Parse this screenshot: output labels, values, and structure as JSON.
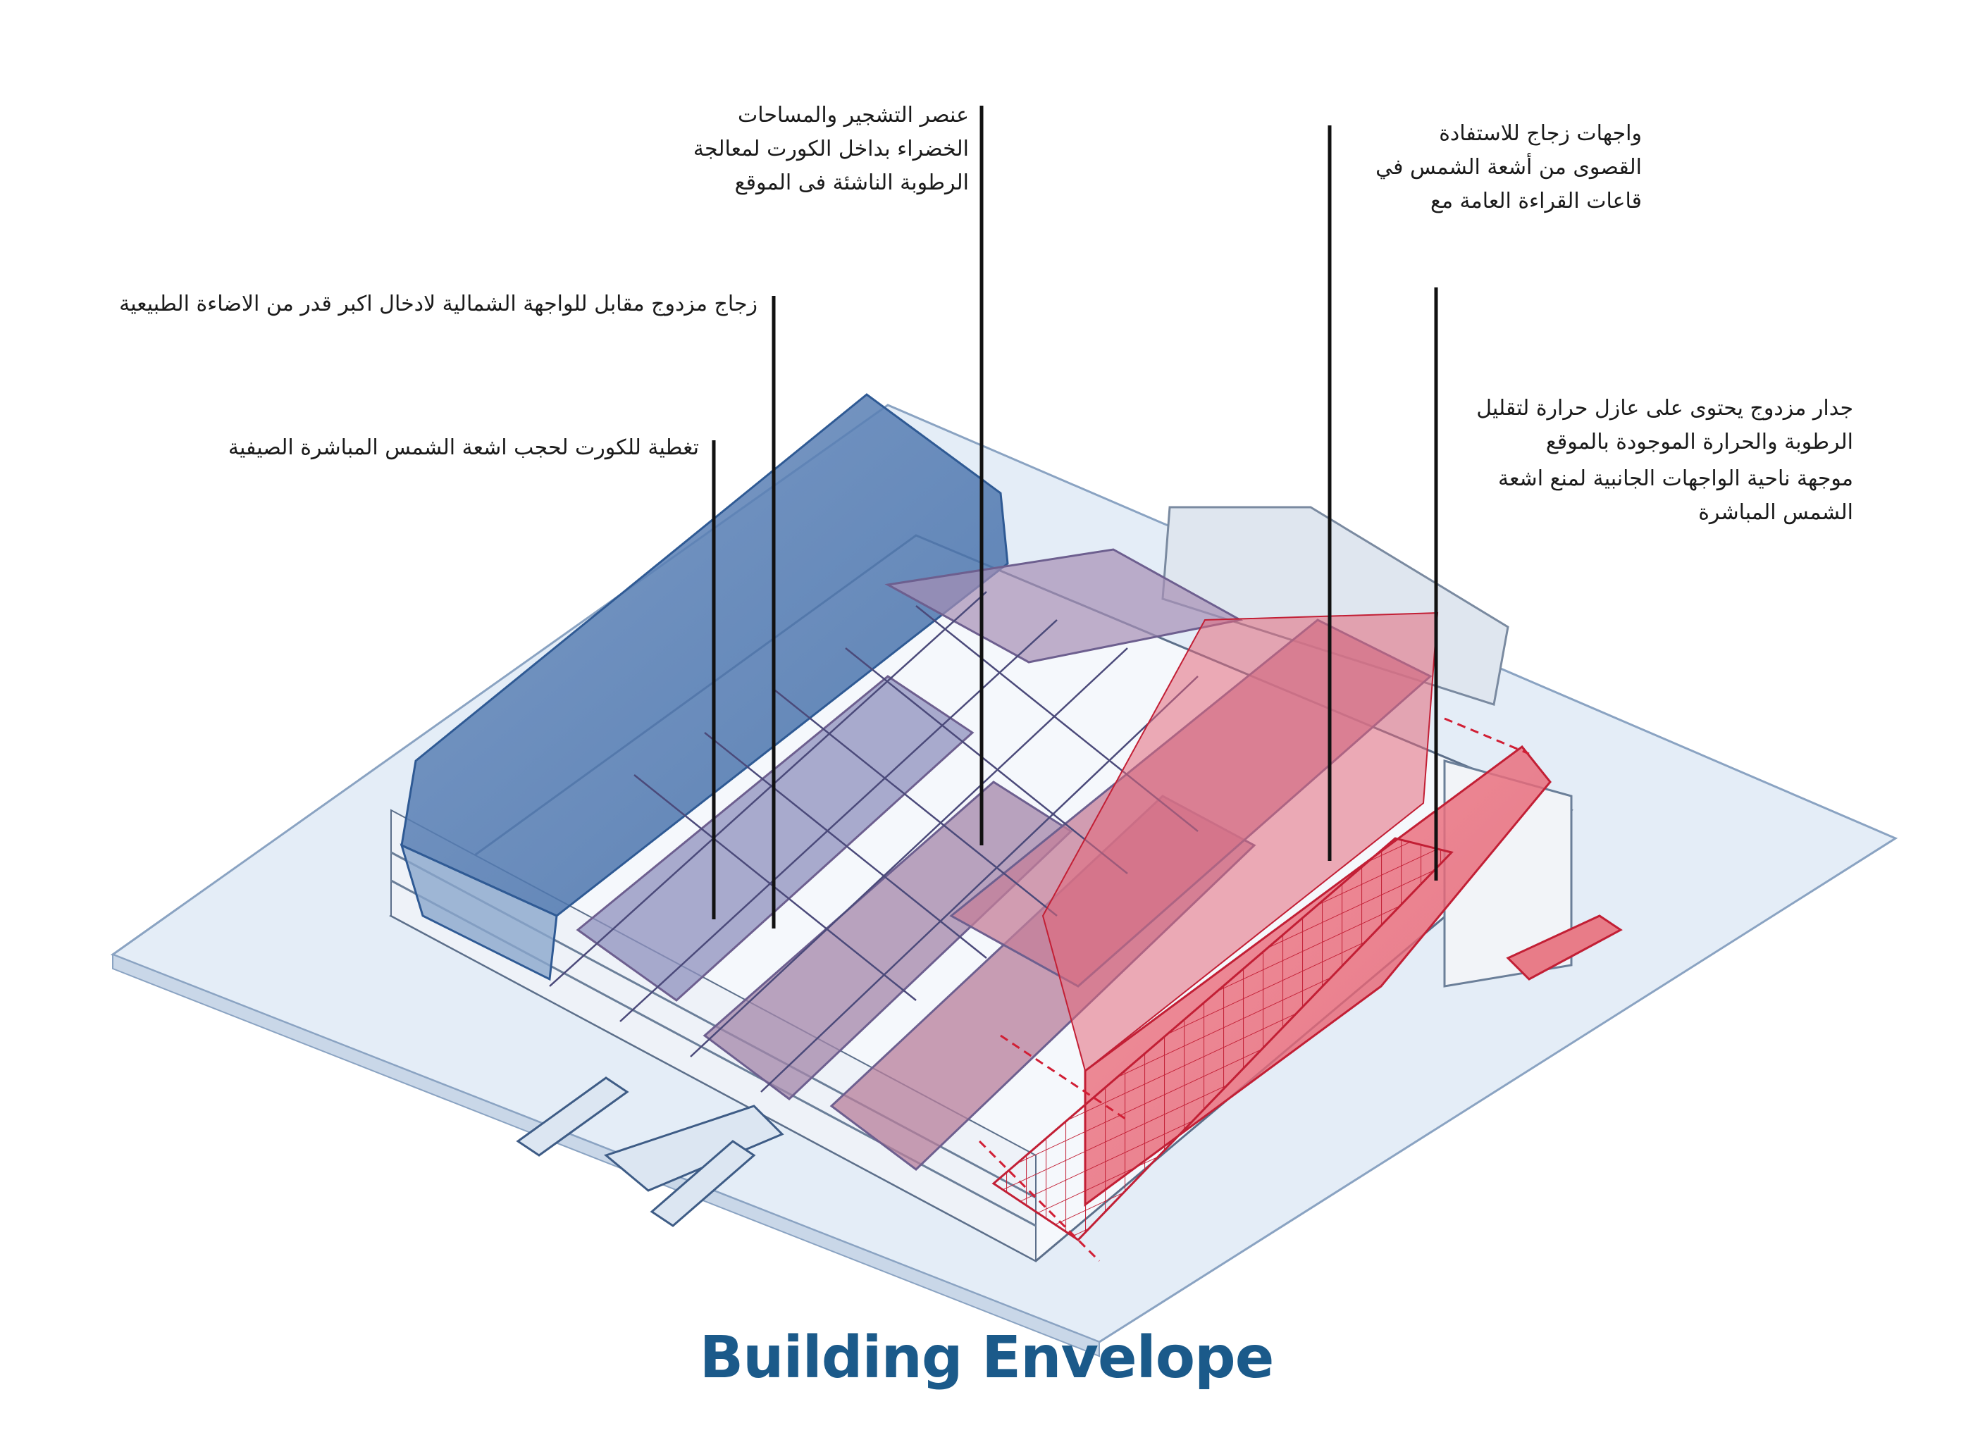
{
  "title": "Building Envelope",
  "annotations": [
    {
      "id": "court-landscape",
      "text": "عنصر التشجير والمساحات\nالخضراء بداخل الكورت لمعالجة\nالرطوبة الناشئة فى الموقع"
    },
    {
      "id": "glass-facades",
      "text": "واجهات زجاج للاستفادة\nالقصوى من أشعة الشمس في\nقاعات القراءة العامة مع"
    },
    {
      "id": "double-glazing-north",
      "text": "زجاج مزدوج مقابل للواجهة الشمالية لادخال اكبر قدر من الاضاءة الطبيعية"
    },
    {
      "id": "court-cover",
      "text": "تغطية للكورت لحجب اشعة الشمس المباشرة الصيفية"
    },
    {
      "id": "double-wall",
      "text": "جدار مزدوج يحتوى على عازل حرارة لتقليل\nالرطوبة والحرارة الموجودة بالموقع"
    },
    {
      "id": "side-facades",
      "text": "موجهة ناحية الواجهات الجانبية لمنع اشعة\nالشمس المباشرة"
    }
  ],
  "colors": {
    "title": "#1b5a8a",
    "cool_roof": "#5b7fb0",
    "warm_roof": "#c07090",
    "hot_facade": "#e04c5c",
    "site": "#dfe9f4",
    "leader": "#111111"
  }
}
